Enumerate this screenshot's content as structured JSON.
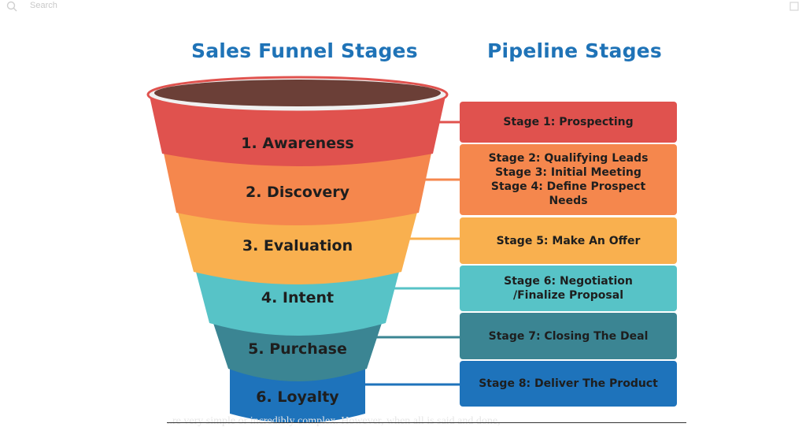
{
  "search": {
    "label": "Search"
  },
  "titles": {
    "funnel": "Sales Funnel Stages",
    "pipeline": "Pipeline Stages"
  },
  "funnel_stages": [
    {
      "label": "1. Awareness",
      "color": "#e0524e"
    },
    {
      "label": "2. Discovery",
      "color": "#f5874d"
    },
    {
      "label": "3. Evaluation",
      "color": "#f9b04f"
    },
    {
      "label": "4. Intent",
      "color": "#57c3c7"
    },
    {
      "label": "5. Purchase",
      "color": "#3b8593"
    },
    {
      "label": "6. Loyalty",
      "color": "#1e73bb"
    }
  ],
  "funnel_top_color": "#6b3f37",
  "pipeline_stages": [
    {
      "text": "Stage 1: Prospecting",
      "color": "#e0524e",
      "text_color": "dark"
    },
    {
      "text": "Stage 2: Qualifying Leads\nStage  3:  Initial  Meeting\nStage 4: Define Prospect\nNeeds",
      "color": "#f5874d",
      "text_color": "dark"
    },
    {
      "text": "Stage 5: Make An Offer",
      "color": "#f9b04f",
      "text_color": "dark"
    },
    {
      "text": "Stage 6: Negotiation\n/Finalize Proposal",
      "color": "#57c3c7",
      "text_color": "dark"
    },
    {
      "text": "Stage 7: Closing The Deal",
      "color": "#3b8593",
      "text_color": "dark"
    },
    {
      "text": "Stage 8: Deliver The Product",
      "color": "#1e73bb",
      "text_color": "dark"
    }
  ],
  "background_caption": "..re very simple or incredibly complex. However, when all is said and done,"
}
